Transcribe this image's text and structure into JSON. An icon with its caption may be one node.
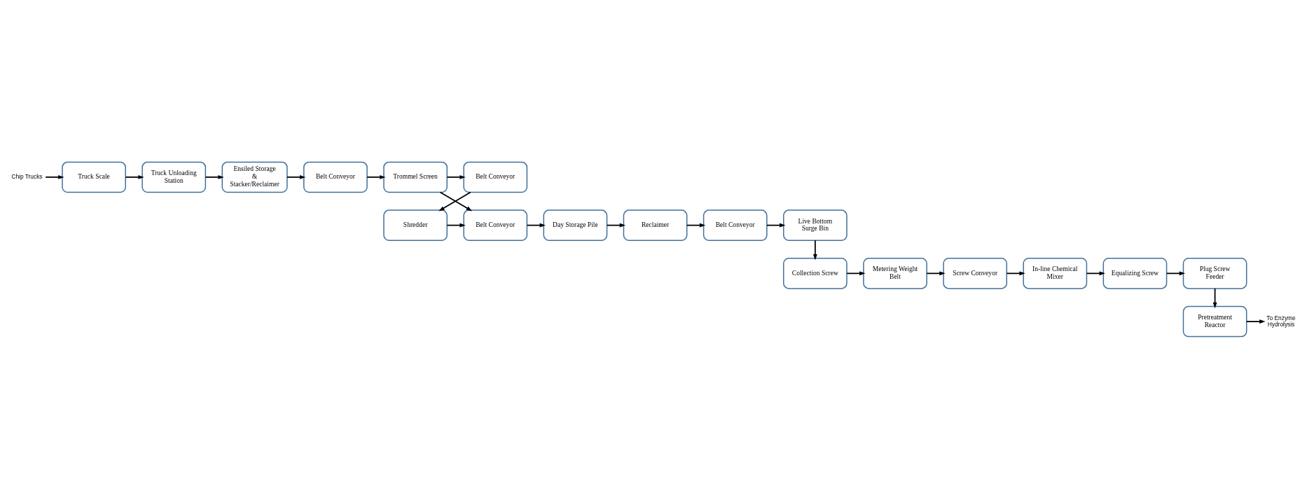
{
  "diagram": {
    "nodes": [
      {
        "text": [
          "Chip Trucks"
        ]
      },
      {
        "text": [
          "Truck Scale"
        ]
      },
      {
        "text": [
          "Truck Unloading Station"
        ]
      },
      {
        "text": [
          "Ensiled Storage & Stacker/Reclaimer"
        ]
      },
      {
        "text": [
          "Belt Conveyor"
        ]
      },
      {
        "text": [
          "Trommel Screen"
        ]
      },
      {
        "text": [
          "Belt Conveyor"
        ]
      },
      {
        "text": [
          "Live Bottom Surge Bin"
        ]
      },
      {
        "text": [
          "Belt Conveyor"
        ]
      },
      {
        "text": [
          "Reclaimer"
        ]
      },
      {
        "text": [
          "Day Storage Pile"
        ]
      },
      {
        "text": [
          "Belt Conveyor"
        ]
      },
      {
        "text": [
          "Shredder"
        ]
      },
      {
        "text": [
          "Collection Screw"
        ]
      },
      {
        "text": [
          "Metering Weight Belt"
        ]
      },
      {
        "text": [
          "Screw Conveyor"
        ]
      },
      {
        "text": [
          "In-line Chemical Mixer"
        ]
      },
      {
        "text": [
          "Equalizing Screw"
        ]
      },
      {
        "text": [
          "Plug Screw Feeder"
        ]
      },
      {
        "text": [
          "To Enzyme Hydrolysis"
        ]
      },
      {
        "text": [
          "Pretreatment Reactor"
        ]
      }
    ],
    "edges": [
      {
        "from": 0,
        "to": 1,
        "arrow": "to"
      },
      {
        "from": 1,
        "to": 2,
        "arrow": "to"
      },
      {
        "from": 2,
        "to": 3,
        "arrow": "to"
      },
      {
        "from": 3,
        "to": 4,
        "arrow": "to"
      },
      {
        "from": 4,
        "to": 5,
        "arrow": "to"
      },
      {
        "from": 5,
        "to": 6,
        "arrow": "to"
      },
      {
        "from": 5,
        "to": 11,
        "arrow": "to"
      },
      {
        "from": 6,
        "to": 12,
        "arrow": "to"
      },
      {
        "from": 12,
        "to": 11,
        "arrow": "to"
      },
      {
        "from": 11,
        "to": 10,
        "arrow": "to"
      },
      {
        "from": 10,
        "to": 9,
        "arrow": "to"
      },
      {
        "from": 9,
        "to": 8,
        "arrow": "to"
      },
      {
        "from": 8,
        "to": 7,
        "arrow": "to"
      },
      {
        "from": 7,
        "to": 13,
        "arrow": "to"
      },
      {
        "from": 13,
        "to": 14,
        "arrow": "to"
      },
      {
        "from": 14,
        "to": 15,
        "arrow": "to"
      },
      {
        "from": 15,
        "to": 16,
        "arrow": "to"
      },
      {
        "from": 16,
        "to": 17,
        "arrow": "to"
      },
      {
        "from": 17,
        "to": 18,
        "arrow": "to"
      },
      {
        "from": 18,
        "to": 20,
        "arrow": "to"
      },
      {
        "from": 20,
        "to": 19,
        "arrow": "to"
      }
    ]
  }
}
